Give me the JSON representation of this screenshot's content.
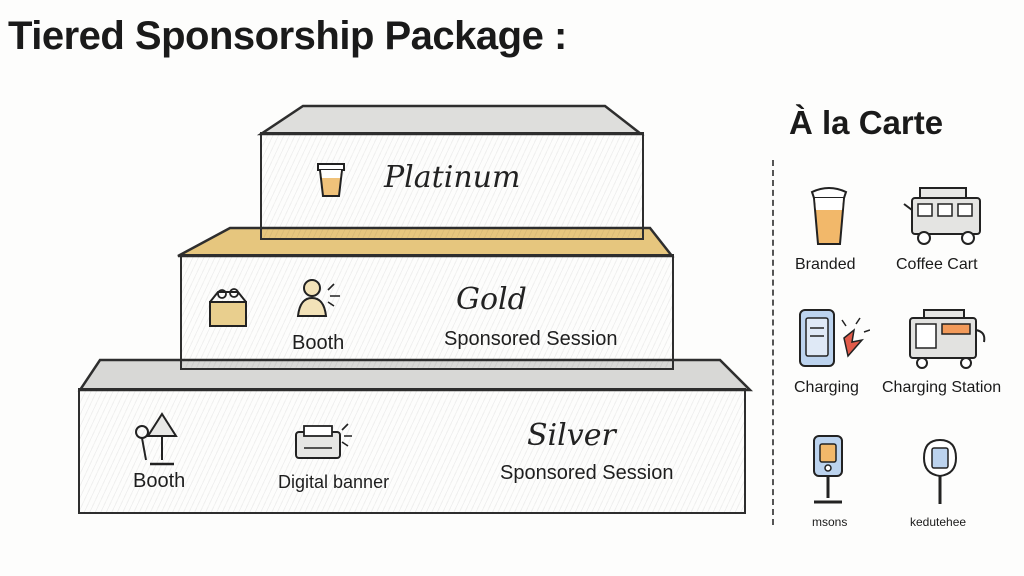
{
  "title": "Tiered Sponsorship Package :",
  "tiers": {
    "platinum": {
      "name": "Platinum",
      "icon": "coffee-cup-icon"
    },
    "gold": {
      "name": "Gold",
      "items": [
        "Booth",
        "Sponsored Session"
      ],
      "icons": [
        "booth-box-icon",
        "person-booth-icon"
      ]
    },
    "silver": {
      "name": "Silver",
      "items": [
        "Booth",
        "Digital banner",
        "Sponsored Session"
      ],
      "icons": [
        "lamp-stand-icon",
        "printer-banner-icon"
      ]
    }
  },
  "a_la_carte": {
    "title": "À la Carte",
    "items": [
      {
        "label": "Branded",
        "icon": "branded-cup-icon"
      },
      {
        "label": "Coffee Cart",
        "icon": "coffee-cart-icon"
      },
      {
        "label": "Charging",
        "icon": "phone-charging-icon"
      },
      {
        "label": "Charging Station",
        "icon": "charging-station-icon"
      },
      {
        "label": "msons",
        "icon": "kiosk-stand-icon"
      },
      {
        "label": "kedutehee",
        "icon": "tablet-stand-icon"
      }
    ]
  },
  "colors": {
    "gold": "#d9b15a",
    "silver": "#d8d8d6",
    "platinum": "#dcdcda",
    "ink": "#2e2e2e",
    "cup_fill": "#f2b86a"
  }
}
